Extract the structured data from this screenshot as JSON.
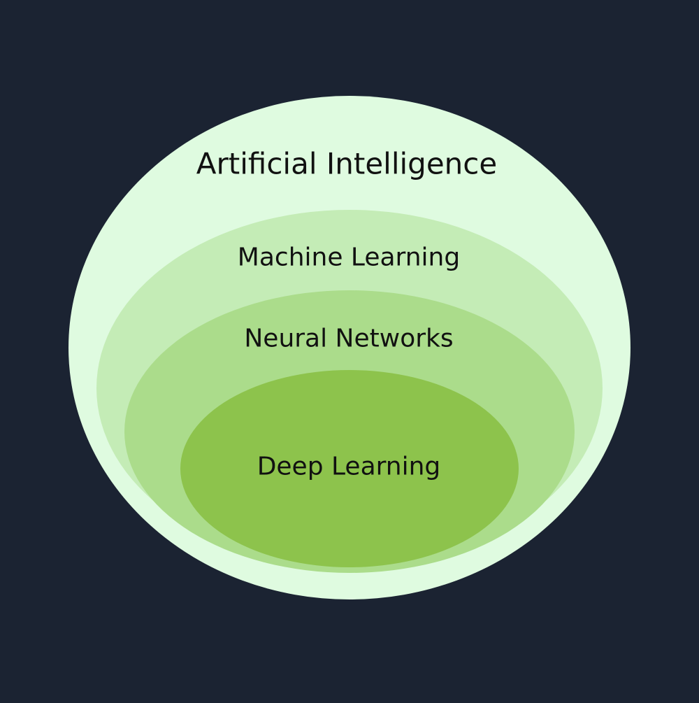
{
  "colors": {
    "background": "#1b2332",
    "artificial_intelligence": "#dffbe0",
    "machine_learning": "#c4ecb6",
    "neural_networks": "#abdc8b",
    "deep_learning": "#8dc34c",
    "text": "#111111"
  },
  "labels": {
    "artificial_intelligence": "Artificial Intelligence",
    "machine_learning": "Machine Learning",
    "neural_networks": "Neural Networks",
    "deep_learning": "Deep Learning"
  }
}
